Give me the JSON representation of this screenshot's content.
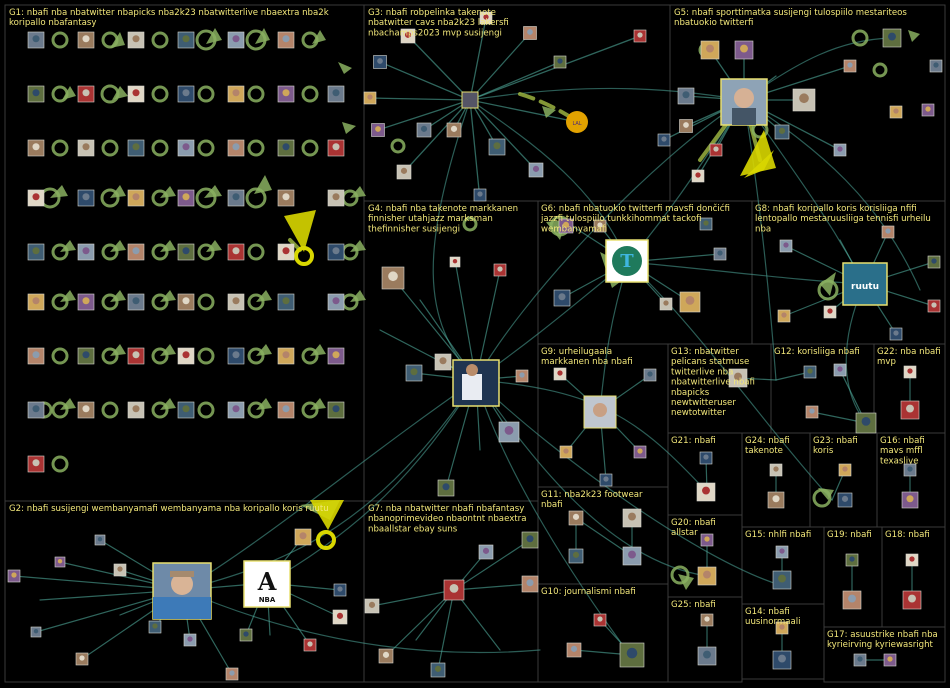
{
  "groups": [
    {
      "id": "G1",
      "label": "G1: nbafi nba nbatwitter nbapicks nba2k23 nbatwitterlive nbaextra nba2k koripallo nbafantasy"
    },
    {
      "id": "G2",
      "label": "G2: nbafi susijengi wembanyamafi wembanyama nba koripallo koris ruutu"
    },
    {
      "id": "G3",
      "label": "G3: nbafi robpelinka takenote nbatwitter cavs nba2k23 lakersfi nbachamps2023 mvp susijengi"
    },
    {
      "id": "G4",
      "label": "G4: nbafi nba takenote markkanen finnisher utahjazz marksman thefinnisher susijengi"
    },
    {
      "id": "G5",
      "label": "G5: nbafi sporttimatka susijengi tulospiilo mestariteos nbatuokio twitterfi"
    },
    {
      "id": "G6",
      "label": "G6: nbafi nbatuokio twitterfi mavsfi dončićfi jazzfi tulospiilo tunkkihommat tackofi wembanyamafi"
    },
    {
      "id": "G7",
      "label": "G7: nba nbatwitter nbafi nbafantasy nbanoprimevideo nbaontnt nbaextra nbaallstar ebay suns"
    },
    {
      "id": "G8",
      "label": "G8: nbafi koripallo koris korisliiga nfifi lentopallo mestaruusliiga tennisfi urheilu nba"
    },
    {
      "id": "G9",
      "label": "G9: urheilugaala markkanen nba nbafi"
    },
    {
      "id": "G10",
      "label": "G10: journalismi nbafi"
    },
    {
      "id": "G11",
      "label": "G11: nba2k23 footwear nbafi"
    },
    {
      "id": "G12",
      "label": "G12: korisliiga nbafi"
    },
    {
      "id": "G13",
      "label": "G13: nbatwitter pelicans statmuse twitterlive nba nbatwitterlive nbafi nbapicks newtwitteruser newtotwitter"
    },
    {
      "id": "G14",
      "label": "G14: nbafi uusinormaali"
    },
    {
      "id": "G15",
      "label": "G15: nhlfi nbafi"
    },
    {
      "id": "G16",
      "label": "G16: nbafi mavs mffl texaslive"
    },
    {
      "id": "G17",
      "label": "G17: asuustrike nbafi nba kyrieirving kyriewasright"
    },
    {
      "id": "G18",
      "label": "G18: nbafi"
    },
    {
      "id": "G19",
      "label": "G19: nbafi"
    },
    {
      "id": "G20",
      "label": "G20: nbafi allstar"
    },
    {
      "id": "G21",
      "label": "G21: nbafi"
    },
    {
      "id": "G22",
      "label": "G22: nba nbafi mvp"
    },
    {
      "id": "G23",
      "label": "G23: nbafi koris"
    },
    {
      "id": "G24",
      "label": "G24: nbafi takenote"
    },
    {
      "id": "G25",
      "label": "G25: nbafi"
    }
  ],
  "hubs": {
    "ruutu": "ruutu",
    "nba_logo": "NBA"
  },
  "colors": {
    "background": "#000000",
    "group_border": "#3a3a3a",
    "label": "#f2e77a",
    "edge_green": "#4a7a5a",
    "edge_teal": "#4fa89a",
    "highlight_edge": "#c8d400",
    "node_border": "#e8e070"
  }
}
